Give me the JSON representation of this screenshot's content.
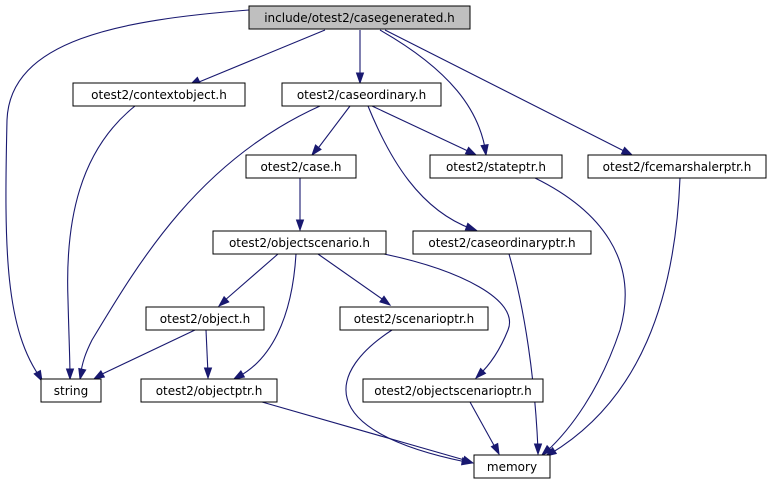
{
  "colors": {
    "edge": "#191970",
    "focus_fill": "#bfbfbf",
    "node_fill": "#ffffff",
    "node_border": "#000000",
    "external_border": "#bfbfbf",
    "text": "#000000"
  },
  "nodes": {
    "casegenerated": {
      "label": "include/otest2/casegenerated.h",
      "style": "focus"
    },
    "contextobject": {
      "label": "otest2/contextobject.h",
      "style": "normal"
    },
    "caseordinary": {
      "label": "otest2/caseordinary.h",
      "style": "normal"
    },
    "case": {
      "label": "otest2/case.h",
      "style": "normal"
    },
    "stateptr": {
      "label": "otest2/stateptr.h",
      "style": "normal"
    },
    "fcemarshalerptr": {
      "label": "otest2/fcemarshalerptr.h",
      "style": "normal"
    },
    "objectscenario": {
      "label": "otest2/objectscenario.h",
      "style": "normal"
    },
    "caseordinaryptr": {
      "label": "otest2/caseordinaryptr.h",
      "style": "normal"
    },
    "object": {
      "label": "otest2/object.h",
      "style": "normal"
    },
    "scenarioptr": {
      "label": "otest2/scenarioptr.h",
      "style": "normal"
    },
    "string": {
      "label": "string",
      "style": "external"
    },
    "objectptr": {
      "label": "otest2/objectptr.h",
      "style": "normal"
    },
    "objectscenarioptr": {
      "label": "otest2/objectscenarioptr.h",
      "style": "normal"
    },
    "memory": {
      "label": "memory",
      "style": "external"
    }
  },
  "edges": [
    {
      "from": "casegenerated",
      "to": "string"
    },
    {
      "from": "casegenerated",
      "to": "contextobject"
    },
    {
      "from": "casegenerated",
      "to": "caseordinary"
    },
    {
      "from": "casegenerated",
      "to": "stateptr"
    },
    {
      "from": "casegenerated",
      "to": "fcemarshalerptr"
    },
    {
      "from": "contextobject",
      "to": "string"
    },
    {
      "from": "caseordinary",
      "to": "string"
    },
    {
      "from": "caseordinary",
      "to": "case"
    },
    {
      "from": "caseordinary",
      "to": "stateptr"
    },
    {
      "from": "caseordinary",
      "to": "caseordinaryptr"
    },
    {
      "from": "case",
      "to": "objectscenario"
    },
    {
      "from": "objectscenario",
      "to": "object"
    },
    {
      "from": "objectscenario",
      "to": "objectptr"
    },
    {
      "from": "objectscenario",
      "to": "scenarioptr"
    },
    {
      "from": "objectscenario",
      "to": "objectscenarioptr"
    },
    {
      "from": "object",
      "to": "string"
    },
    {
      "from": "object",
      "to": "objectptr"
    },
    {
      "from": "stateptr",
      "to": "memory"
    },
    {
      "from": "fcemarshalerptr",
      "to": "memory"
    },
    {
      "from": "caseordinaryptr",
      "to": "memory"
    },
    {
      "from": "scenarioptr",
      "to": "memory"
    },
    {
      "from": "objectptr",
      "to": "memory"
    },
    {
      "from": "objectscenarioptr",
      "to": "memory"
    }
  ]
}
